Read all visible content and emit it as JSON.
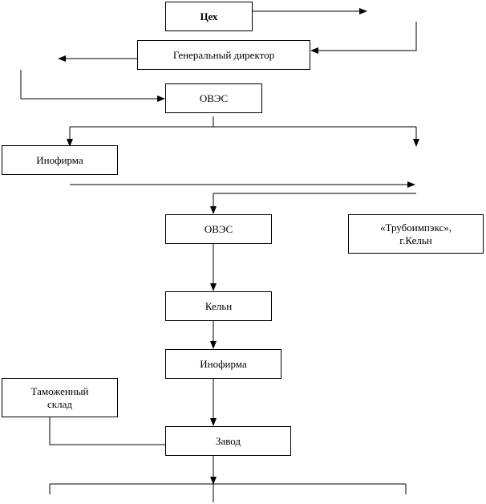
{
  "boxes": {
    "tsekh": "Цех",
    "gen_director": "Генеральный директор",
    "oves_top": "ОВЭС",
    "infirma_left": "Инофирма",
    "oves_mid": "ОВЭС",
    "truboimpeks_line1": "«Трубоимпэкс»,",
    "truboimpeks_line2": "г.Кельн",
    "koln": "Кельн",
    "infirma_mid": "Инофирма",
    "customs_line1": "Таможенный",
    "customs_line2": "склад",
    "zavod": "Завод"
  },
  "colors": {
    "line": "#000000",
    "box_border": "#000000",
    "background": "#ffffff"
  }
}
